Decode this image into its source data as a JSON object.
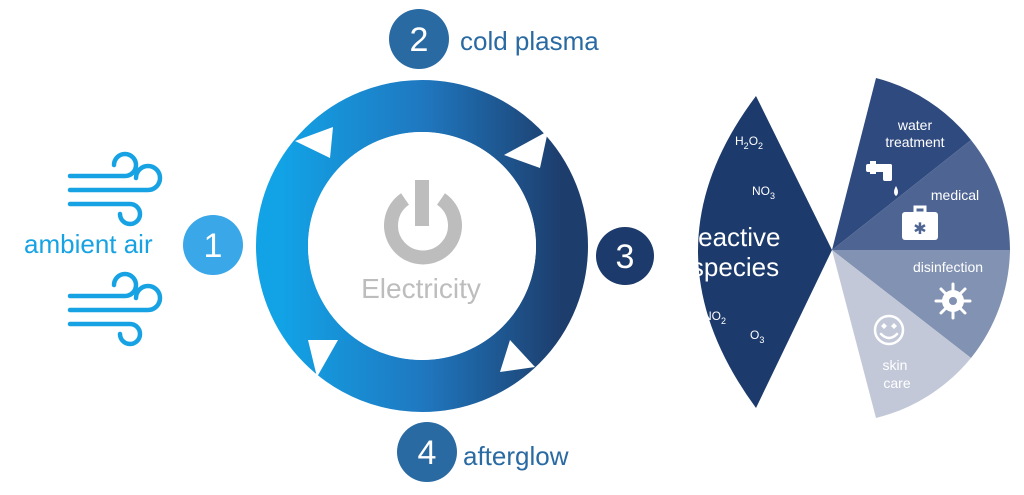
{
  "steps": {
    "s1": {
      "number": "1",
      "label": "ambient air"
    },
    "s2": {
      "number": "2",
      "label": "cold plasma"
    },
    "s3": {
      "number": "3",
      "label_line1": "reactive",
      "label_line2": "species"
    },
    "s4": {
      "number": "4",
      "label": "afterglow"
    }
  },
  "center": {
    "label": "Electricity",
    "icon": "power-icon"
  },
  "species": {
    "h2o2": {
      "base": "H",
      "sub1": "2",
      "mid": "O",
      "sub2": "2"
    },
    "no": {
      "text": "NO"
    },
    "no3": {
      "base": "NO",
      "sub": "3"
    },
    "no2": {
      "base": "NO",
      "sub": "2"
    },
    "o3": {
      "base": "O",
      "sub": "3"
    }
  },
  "applications": {
    "water": {
      "line1": "water",
      "line2": "treatment",
      "icon": "faucet-icon"
    },
    "medical": {
      "label": "medical",
      "icon": "medical-kit-icon"
    },
    "disinfection": {
      "label": "disinfection",
      "icon": "virus-icon"
    },
    "skin": {
      "line1": "skin",
      "line2": "care",
      "icon": "smiley-face-icon"
    }
  },
  "icons": {
    "wind": "wind-icon",
    "arrow": "arrow-triangle-icon"
  },
  "colors": {
    "light_blue": "#3aa7e8",
    "mid_blue": "#2a6aa3",
    "navy": "#1c3a6b",
    "app_1": "#2f4a7e",
    "app_2": "#4e6593",
    "app_3": "#8292b2",
    "app_4": "#c2c8d8",
    "icon_gray": "#bdbdbd"
  }
}
